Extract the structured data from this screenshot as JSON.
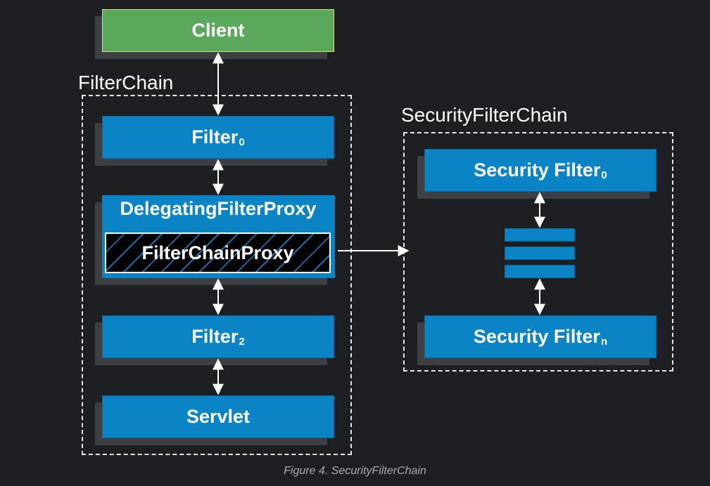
{
  "diagram": {
    "client": "Client",
    "filter_chain": {
      "label": "FilterChain",
      "filter0": {
        "name": "Filter",
        "sub": "0"
      },
      "delegating_filter_proxy": "DelegatingFilterProxy",
      "filter_chain_proxy": "FilterChainProxy",
      "filter2": {
        "name": "Filter",
        "sub": "2"
      },
      "servlet": "Servlet"
    },
    "security_filter_chain": {
      "label": "SecurityFilterChain",
      "security_filter0": {
        "name": "Security Filter",
        "sub": "0"
      },
      "security_filtern": {
        "name": "Security Filter",
        "sub": "n"
      }
    }
  },
  "caption": "Figure 4. SecurityFilterChain",
  "colors": {
    "background": "#1e1f22",
    "filter_blue": "#0b84c6",
    "client_green": "#59a85c",
    "shadow": "#3e3f43",
    "border_dashed": "#e6e6e6"
  }
}
